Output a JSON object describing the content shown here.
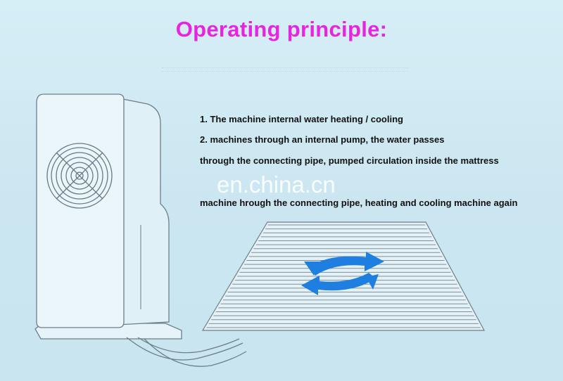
{
  "title": "Operating principle:",
  "lines": [
    "1. The machine internal water heating / cooling",
    "2. machines through an internal pump, the water passes",
    "through the connecting pipe, pumped circulation inside the mattress",
    "machine hrough the connecting pipe, heating and cooling machine again"
  ],
  "watermark": "en.china.cn",
  "colors": {
    "title": "#e625e0",
    "arrow": "#1f7fe0",
    "outline": "#6e7e88",
    "background": "#cde8f2"
  }
}
